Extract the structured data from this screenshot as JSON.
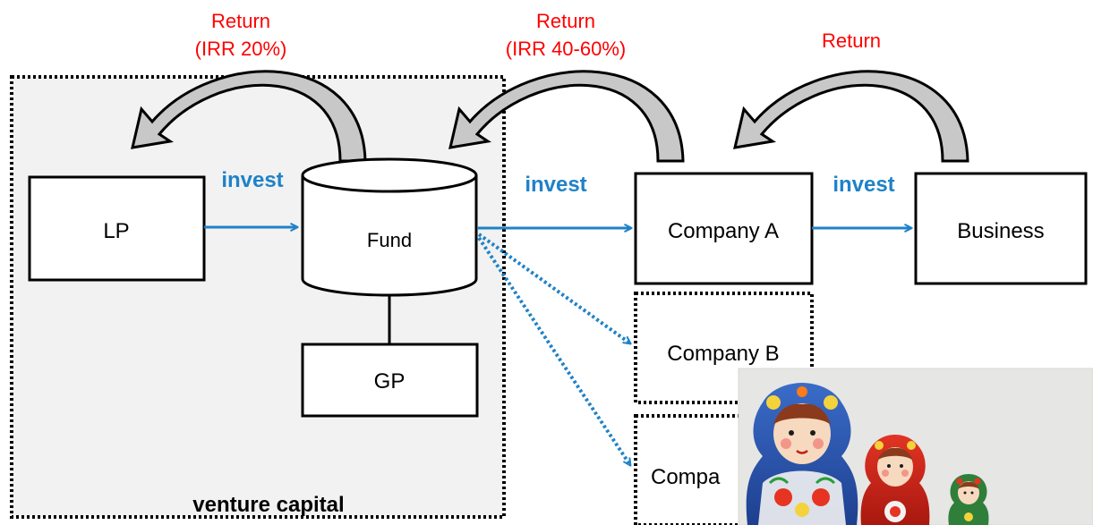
{
  "colors": {
    "return_text": "#ff0000",
    "invest": "#1f82c8",
    "vc_area_fill": "#f2f2f2",
    "stroke": "#000000",
    "curve_arrow_fill": "#c8c8c8",
    "photo_background": "#e6e6e4"
  },
  "returns": {
    "lp": {
      "line1": "Return",
      "line2": "(IRR 20%)"
    },
    "fund": {
      "line1": "Return",
      "line2": "(IRR 40-60%)"
    },
    "company": {
      "line1": "Return"
    }
  },
  "invest": {
    "lp_to_fund": "invest",
    "fund_to_company": "invest",
    "company_to_business": "invest"
  },
  "nodes": {
    "lp": "LP",
    "fund": "Fund",
    "gp": "GP",
    "company_a": "Company A",
    "business": "Business",
    "company_b": "Company B",
    "company_c": "Compa"
  },
  "vc_label": "venture capital",
  "photo": {
    "subject": "matryoshka-dolls"
  }
}
